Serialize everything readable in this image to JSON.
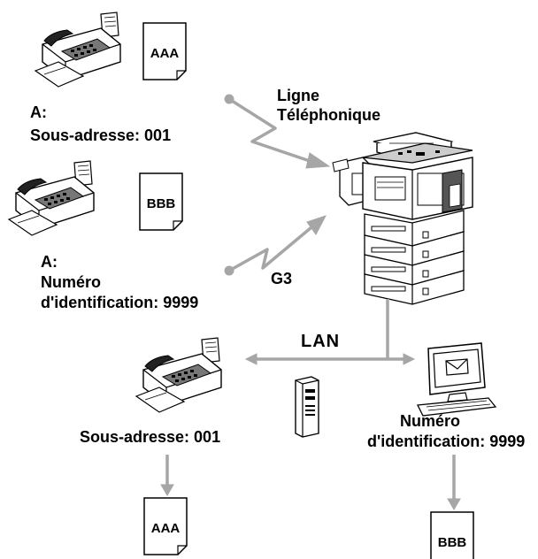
{
  "labels": {
    "fax_a_prefix": "A:",
    "fax_a_subaddress": "Sous-adresse: 001",
    "fax_b_prefix": "A:",
    "fax_b_id_line1": "Numéro",
    "fax_b_id_line2": "d'identification: 9999",
    "phone_line_1": "Ligne",
    "phone_line_2": "Téléphonique",
    "g3": "G3",
    "lan": "LAN",
    "lan_fax_subaddress": "Sous-adresse: 001",
    "pc_id_line1": "Numéro",
    "pc_id_line2": "d'identification: 9999"
  },
  "documents": {
    "top_sender": "AAA",
    "middle_sender": "BBB",
    "lan_fax_output": "AAA",
    "pc_output": "BBB"
  },
  "colors": {
    "line_gray": "#a6a6a6",
    "ink": "#000000"
  },
  "icons": {
    "fax_machine": "fax-machine-icon",
    "mfp": "multifunction-printer-icon",
    "server": "server-tower-icon",
    "computer": "computer-email-icon",
    "document": "document-icon"
  }
}
